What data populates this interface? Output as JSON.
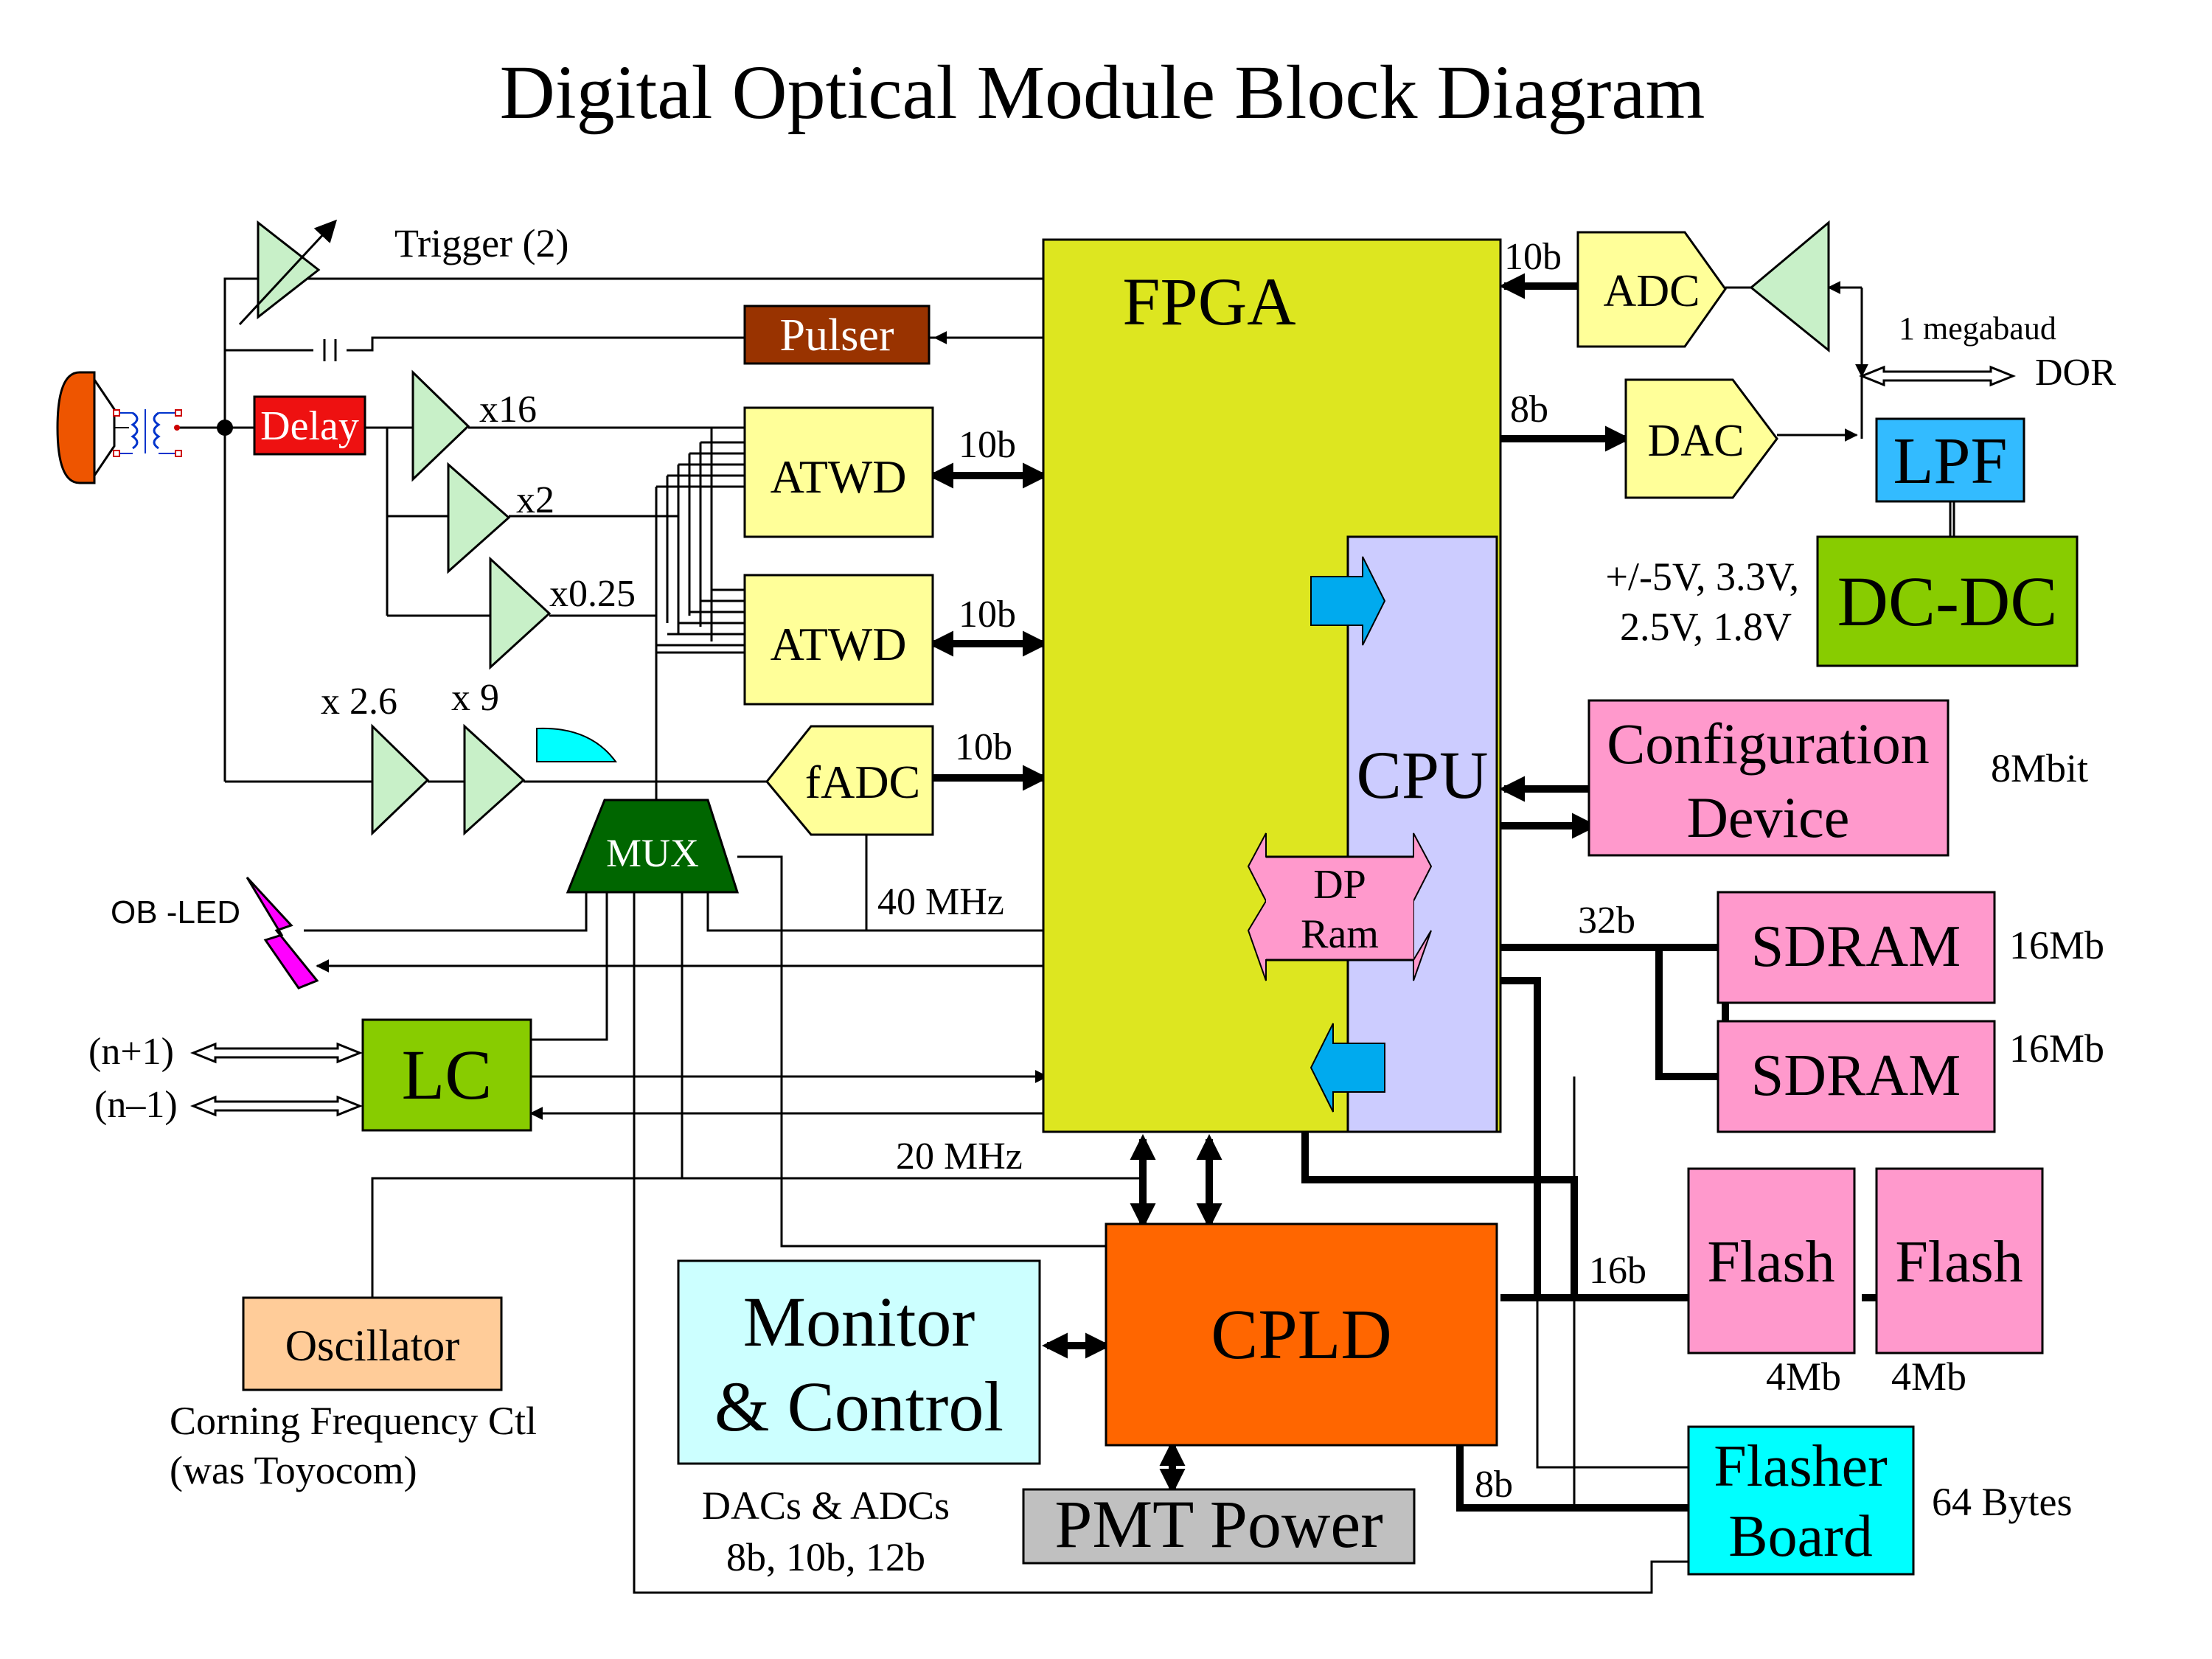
{
  "title": "Digital Optical Module Block Diagram",
  "blocks": {
    "fpga": "FPGA",
    "cpu": "CPU",
    "dp_ram_line1": "DP",
    "dp_ram_line2": "Ram",
    "cpld": "CPLD",
    "pulser": "Pulser",
    "delay": "Delay",
    "atwd_1": "ATWD",
    "atwd_2": "ATWD",
    "fadc": "fADC",
    "mux": "MUX",
    "lc": "LC",
    "oscillator": "Oscillator",
    "adc": "ADC",
    "dac": "DAC",
    "lpf": "LPF",
    "dcdc": "DC-DC",
    "config_line1": "Configuration",
    "config_line2": "Device",
    "sdram_1": "SDRAM",
    "sdram_2": "SDRAM",
    "flash_1": "Flash",
    "flash_2": "Flash",
    "flasher_line1": "Flasher",
    "flasher_line2": "Board",
    "monitor_line1": "Monitor",
    "monitor_line2": "& Control",
    "pmt_power": "PMT Power"
  },
  "labels": {
    "trigger": "Trigger (2)",
    "gain_x16": "x16",
    "gain_x2": "x2",
    "gain_x025": "x0.25",
    "gain_x26": "x 2.6",
    "gain_x9": "x 9",
    "bus_atwd1": "10b",
    "bus_atwd2": "10b",
    "bus_fadc": "10b",
    "bus_adc": "10b",
    "bus_dac": "8b",
    "bus_sdram": "32b",
    "bus_flash": "16b",
    "bus_flasher": "8b",
    "clk_40": "40 MHz",
    "clk_20": "20 MHz",
    "ob_led": "OB -LED",
    "lc_up": "(n+1)",
    "lc_down": "(n–1)",
    "megabaud": "1 megabaud",
    "dor": "DOR",
    "voltages_line1": "+/-5V, 3.3V,",
    "voltages_line2": "2.5V, 1.8V",
    "config_size": "8Mbit",
    "sdram_size_1": "16Mb",
    "sdram_size_2": "16Mb",
    "flash_size_1": "4Mb",
    "flash_size_2": "4Mb",
    "flasher_size": "64 Bytes",
    "osc_note_line1": "Corning Frequency Ctl",
    "osc_note_line2": "(was Toyocom)",
    "mc_note_line1": "DACs & ADCs",
    "mc_note_line2": "8b, 10b, 12b"
  },
  "colors": {
    "fpga": "#dde620",
    "cpu": "#ccccff",
    "cpld": "#ff6600",
    "pulser": "#993300",
    "delay": "#ee1111",
    "atwd": "#ffff99",
    "mux": "#006600",
    "lc": "#88cc00",
    "oscillator": "#ffcc99",
    "lpf": "#33bbff",
    "dcdc": "#88cc00",
    "pink_block": "#ff99cc",
    "flasher": "#00ffff",
    "monitor": "#ccffff",
    "pmt_power": "#c0c0c0",
    "amplifier": "#c8f0c8",
    "blue_arrow": "#00aaee",
    "led": "#ff00ff",
    "pmt": "#ee5500"
  }
}
